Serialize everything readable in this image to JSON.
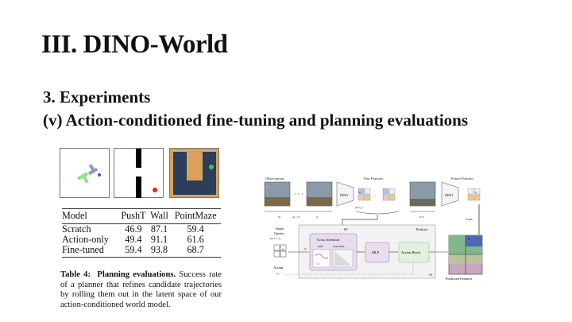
{
  "slide": {
    "title": "III. DINO-World",
    "section": "3. Experiments",
    "subsection": "(v) Action-conditioned fine-tuning and planning evaluations"
  },
  "table": {
    "headers": [
      "Model",
      "PushT",
      "Wall",
      "PointMaze"
    ],
    "rows": [
      [
        "Scratch",
        "46.9",
        "87.1",
        "59.4"
      ],
      [
        "Action-only",
        "49.4",
        "91.1",
        "61.6"
      ],
      [
        "Fine-tuned",
        "59.4",
        "93.8",
        "68.7"
      ]
    ]
  },
  "caption": {
    "label": "Table 4:",
    "bold": "Planning evaluations.",
    "text": "Success rate of a planner that refines candidate trajectories by rolling them out in the latent space of our action-conditioned world model."
  },
  "diagram": {
    "observations": "Observations",
    "past_features": "Past Features",
    "future_features": "Future Features",
    "dino": "DINO",
    "v": "v",
    "x": "x",
    "past_idx": "(τ0, i, j)",
    "tau0": "τ0",
    "delta": "Δτ ~ U",
    "taui": "τi",
    "tauj": "τi+1",
    "loss": "Loss",
    "future_queries": [
      "Future",
      "Queries",
      "(τi+1, i', j')"
    ],
    "q": "q",
    "Q": "Q",
    "KV": "KV",
    "predictor": "Predictor",
    "cross_attention": "Cross Attention",
    "rope": "RoPE",
    "causal_mask": "Causal Mask",
    "mlp": "MLP",
    "action_block": "Action Block",
    "action": "Action",
    "a": "a_t",
    "xN": "×N",
    "predicted_features": "Predicted Features",
    "xhat": "x̂",
    "tij": "τ i j"
  },
  "colors": {
    "maze_bg": "#d9a15c",
    "maze_wall": "#2c3e5a",
    "purple": "#e8dcef",
    "green": "#e3f0dd"
  }
}
